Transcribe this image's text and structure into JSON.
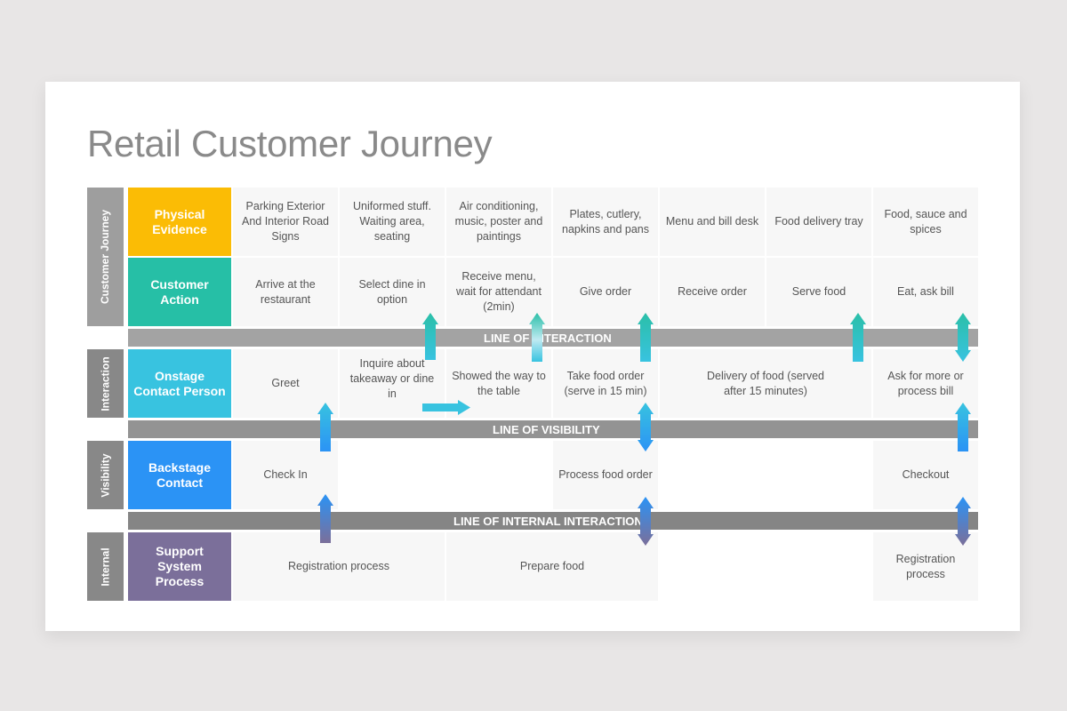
{
  "title": "Retail Customer Journey",
  "side_labels": [
    "Customer Journey",
    "Interaction",
    "Visibility",
    "Internal"
  ],
  "categories": [
    {
      "label": "Physical Evidence",
      "color": "#fbbc05"
    },
    {
      "label": "Customer Action",
      "color": "#26bfa6"
    },
    {
      "label": "Onstage Contact Person",
      "color": "#38c3e0"
    },
    {
      "label": "Backstage Contact",
      "color": "#2b93f5"
    },
    {
      "label": "Support System Process",
      "color": "#7b6f9a"
    }
  ],
  "lines": [
    {
      "label": "LINE OF INTERACTION",
      "color": "#a3a3a3"
    },
    {
      "label": "LINE OF VISIBILITY",
      "color": "#939393"
    },
    {
      "label": "LINE OF INTERNAL INTERACTION",
      "color": "#858585"
    }
  ],
  "rows": {
    "physical_evidence": [
      "Parking Exterior And Interior Road Signs",
      "Uniformed stuff. Waiting area, seating",
      "Air conditioning, music, poster and paintings",
      "Plates, cutlery, napkins and pans",
      "Menu and bill desk",
      "Food delivery tray",
      "Food, sauce and spices"
    ],
    "customer_action": [
      "Arrive at the restaurant",
      "Select dine in option",
      "Receive menu, wait for attendant (2min)",
      "Give order",
      "Receive order",
      "Serve food",
      "Eat, ask bill"
    ],
    "onstage": [
      "Greet",
      "Inquire about takeaway or dine in",
      "Showed the way to the table",
      "Take food order (serve in 15 min)",
      "Delivery of food (served after 15 minutes)",
      "Ask for more or process bill"
    ],
    "backstage": [
      "Check In",
      "Process food order",
      "Checkout"
    ],
    "support": [
      "Registration process",
      "Prepare food",
      "Registration process"
    ]
  },
  "colors": {
    "background": "#e8e6e6",
    "slide": "#ffffff",
    "cell": "#f7f7f7",
    "title_text": "#8a8a8a",
    "cell_text": "#555555",
    "arrow_teal": "#2bbfa8",
    "arrow_cyan": "#38c3e0",
    "arrow_blue": "#2b93f5",
    "arrow_purple": "#7b6f9a"
  }
}
